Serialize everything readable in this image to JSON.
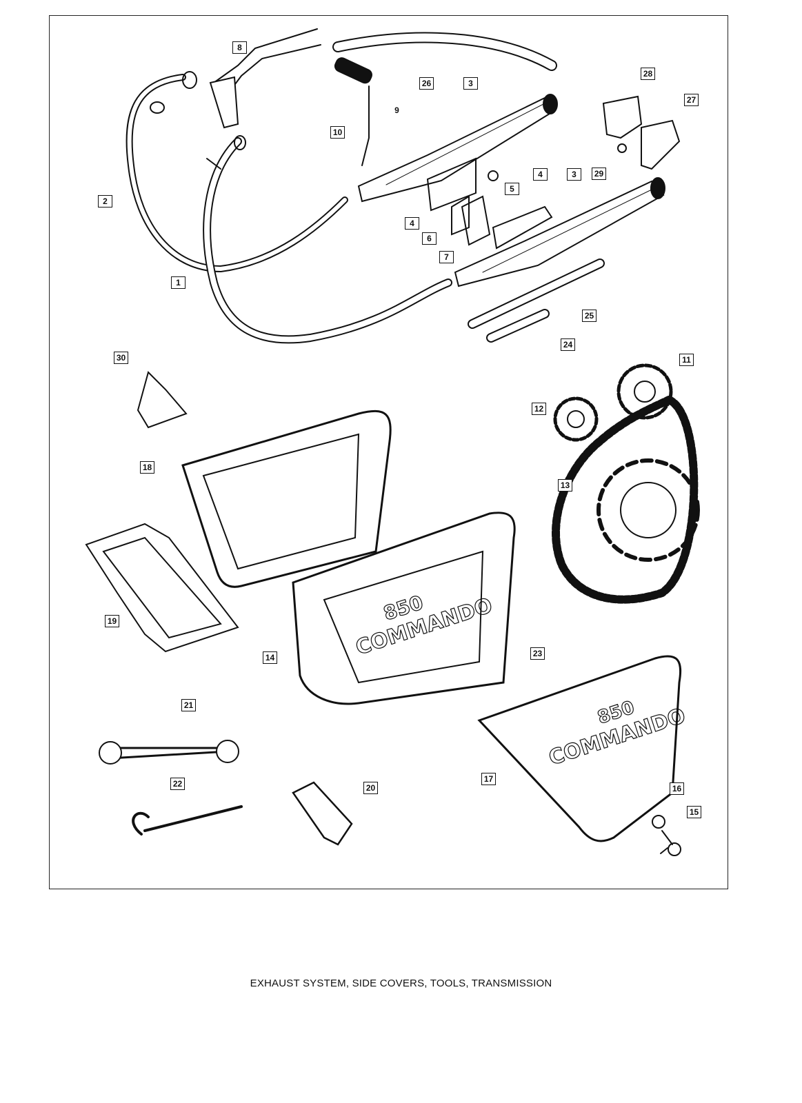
{
  "caption": "EXHAUST SYSTEM, SIDE COVERS, TOOLS, TRANSMISSION",
  "callouts": [
    "8",
    "26",
    "3",
    "10",
    "9",
    "28",
    "27",
    "29",
    "5",
    "4",
    "3",
    "2",
    "4",
    "6",
    "7",
    "1",
    "25",
    "24",
    "30",
    "11",
    "12",
    "13",
    "18",
    "19",
    "14",
    "23",
    "21",
    "22",
    "20",
    "17",
    "16",
    "15"
  ],
  "logos": {
    "cover_left_model": "850",
    "cover_left_name": "COMMANDO",
    "cover_right_model": "850",
    "cover_right_name": "COMMANDO"
  }
}
